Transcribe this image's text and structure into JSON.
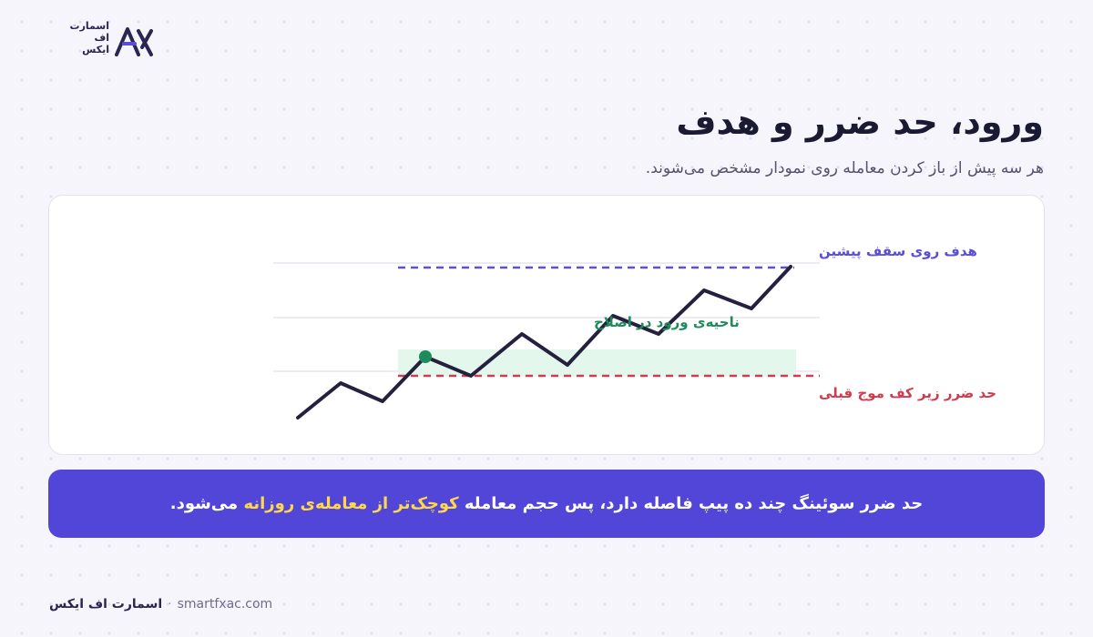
{
  "brand": {
    "logo_line1": "اسمارت",
    "logo_line2": "اف",
    "logo_line3": "ایکس"
  },
  "title": "ورود، حد ضرر و هدف",
  "subtitle": "هر سه پیش از باز کردن معامله روی نمودار مشخص می‌شوند.",
  "diagram": {
    "target_label": "هدف روی سقف پیشین",
    "entry_label": "ناحیه‌ی ورود در اصلاح",
    "stop_label": "حد ضرر زیر کف موج قبلی",
    "colors": {
      "target": "#5a4fd6",
      "entry": "#1f8a5b",
      "stop": "#d13b4d",
      "price_line": "#24213f",
      "entry_zone": "#e4f7ec"
    }
  },
  "note": {
    "part1": "حد ضرر سوئینگ چند ده پیپ فاصله دارد، پس حجم معامله ",
    "highlight": "کوچک‌تر از معامله‌ی روزانه",
    "part2": " می‌شود."
  },
  "footer": {
    "brand": "اسمارت اف ایکس",
    "separator": "·",
    "url": "smartfxac.com"
  }
}
